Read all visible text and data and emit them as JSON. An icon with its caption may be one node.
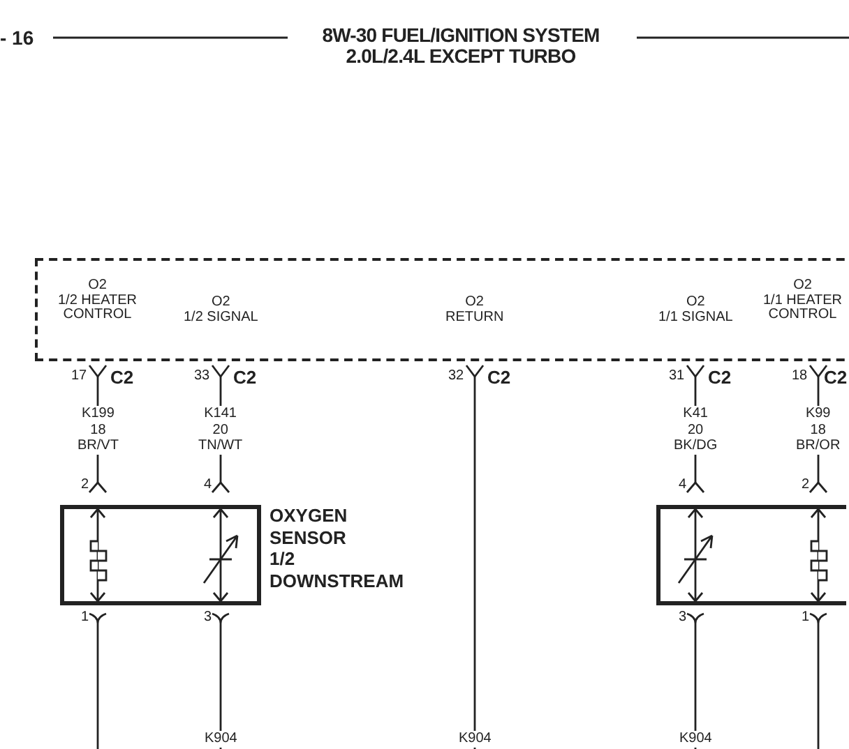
{
  "diagram": {
    "title": "8W-30 FUEL/IGNITION SYSTEM 2.0L/2.4L EXCEPT TURBO",
    "nodes": [
      {
        "text": [],
        "shape": "box"
      },
      {
        "text": [],
        "shape": "box",
        "beside": [
          "OXYGEN SENSOR 1/2 DOWNSTREAM"
        ]
      },
      {
        "text": [],
        "shape": "box"
      }
    ],
    "edges": [
      {
        "from": 0,
        "to": 1,
        "arrow": "other",
        "label": "K199 18 BR/VT"
      },
      {
        "from": 0,
        "to": 1,
        "arrow": "other",
        "label": "K141 20 TN/WT"
      },
      {
        "from": 0,
        "to": null,
        "arrow": "other",
        "label": "K904"
      },
      {
        "from": 0,
        "to": 2,
        "arrow": "other",
        "label": "K41 20 BK/DG"
      },
      {
        "from": 0,
        "to": 2,
        "arrow": "other",
        "label": "K99 18 BR/OR"
      },
      {
        "from": 1,
        "to": null,
        "arrow": "other"
      },
      {
        "from": 1,
        "to": null,
        "arrow": "other",
        "label": "K904"
      },
      {
        "from": 2,
        "to": null,
        "arrow": "other",
        "label": "K904"
      },
      {
        "from": 2,
        "to": null,
        "arrow": "other"
      }
    ],
    "labels": [
      "- 16",
      "O2 1/2 HEATER CONTROL",
      "O2 1/2 SIGNAL",
      "O2 RETURN",
      "O2 1/1 SIGNAL",
      "O2 1/1 HEATER CONTROL",
      "17",
      "C2",
      "33",
      "C2",
      "32",
      "C2",
      "31",
      "C2",
      "18",
      "C2",
      "2",
      "4",
      "4",
      "2",
      "1",
      "3",
      "3",
      "1"
    ]
  }
}
